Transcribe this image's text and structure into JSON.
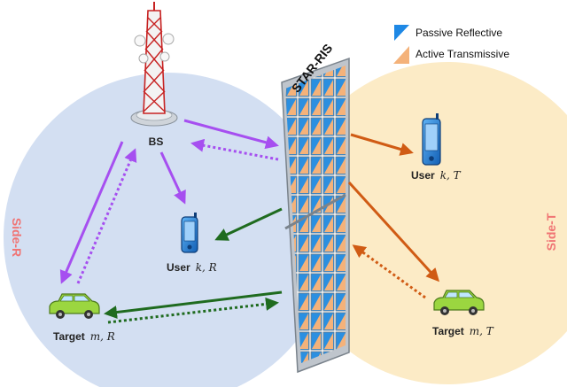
{
  "legend": {
    "passive_label": "Passive Reflective",
    "active_label": "Active Transmissive",
    "passive_color": "#1e88e5",
    "active_color": "#f2a76a"
  },
  "surface": {
    "label": "STAR-RIS"
  },
  "base_station": {
    "label": "BS"
  },
  "side_r": {
    "label": "Side-R",
    "fill": "#d3dff2"
  },
  "side_t": {
    "label": "Side-T",
    "fill": "#fcebc6"
  },
  "user_r": {
    "prefix": "User",
    "math": "k, R"
  },
  "user_t": {
    "prefix": "User",
    "math": "k, T"
  },
  "target_r": {
    "prefix": "Target",
    "math": "m, R"
  },
  "target_t": {
    "prefix": "Target",
    "math": "m, T"
  },
  "link_colors": {
    "purple": "#a64ff0",
    "green": "#1f6b1f",
    "orange": "#d05b14"
  },
  "side_label_color": "#f07474",
  "car_color": "#9bd640"
}
